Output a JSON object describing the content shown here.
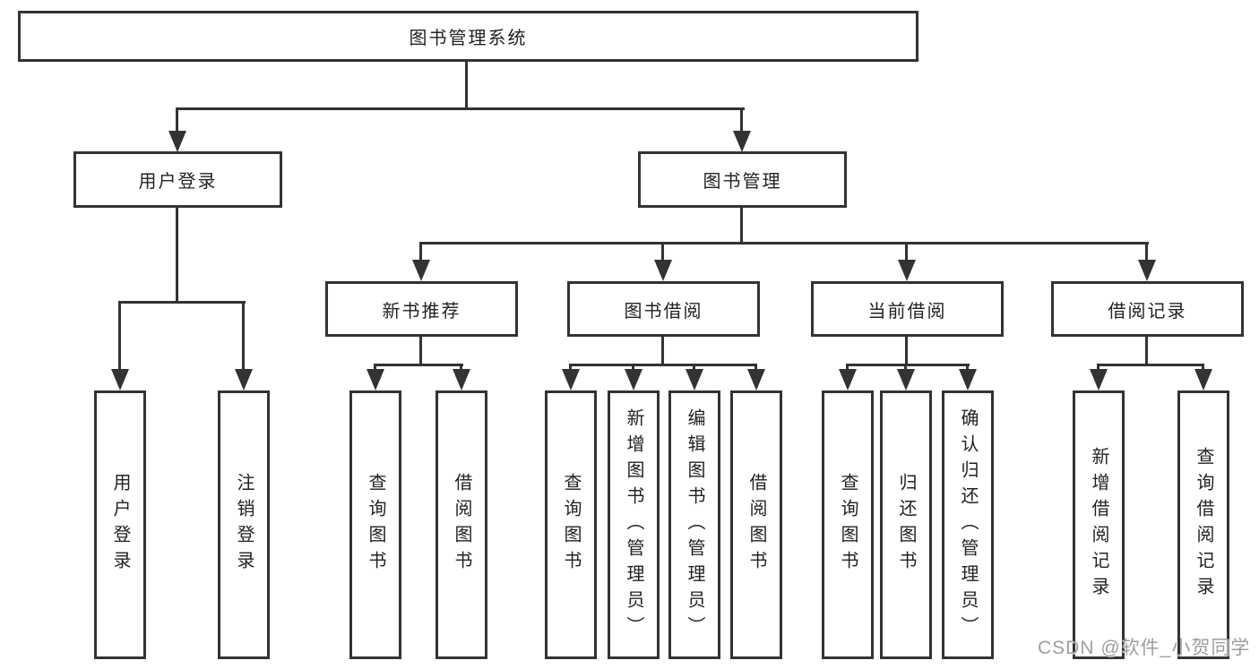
{
  "tree": {
    "root": {
      "label": "图书管理系统",
      "children": [
        {
          "label": "用户登录",
          "children": [
            {
              "label": "用户登录"
            },
            {
              "label": "注销登录"
            }
          ]
        },
        {
          "label": "图书管理",
          "children": [
            {
              "label": "新书推荐",
              "children": [
                {
                  "label": "查询图书"
                },
                {
                  "label": "借阅图书"
                }
              ]
            },
            {
              "label": "图书借阅",
              "children": [
                {
                  "label": "查询图书"
                },
                {
                  "label": "新增图书（管理员）"
                },
                {
                  "label": "编辑图书（管理员）"
                },
                {
                  "label": "借阅图书"
                }
              ]
            },
            {
              "label": "当前借阅",
              "children": [
                {
                  "label": "查询图书"
                },
                {
                  "label": "归还图书"
                },
                {
                  "label": "确认归还（管理员）"
                }
              ]
            },
            {
              "label": "借阅记录",
              "children": [
                {
                  "label": "新增借阅记录"
                },
                {
                  "label": "查询借阅记录"
                }
              ]
            }
          ]
        }
      ]
    }
  },
  "watermark": {
    "text": "CSDN @软件_小贺同学"
  },
  "colors": {
    "line": "#333333",
    "box_border": "#333333",
    "text": "#222222",
    "background": "#ffffff",
    "watermark": "#9e9e9e"
  }
}
